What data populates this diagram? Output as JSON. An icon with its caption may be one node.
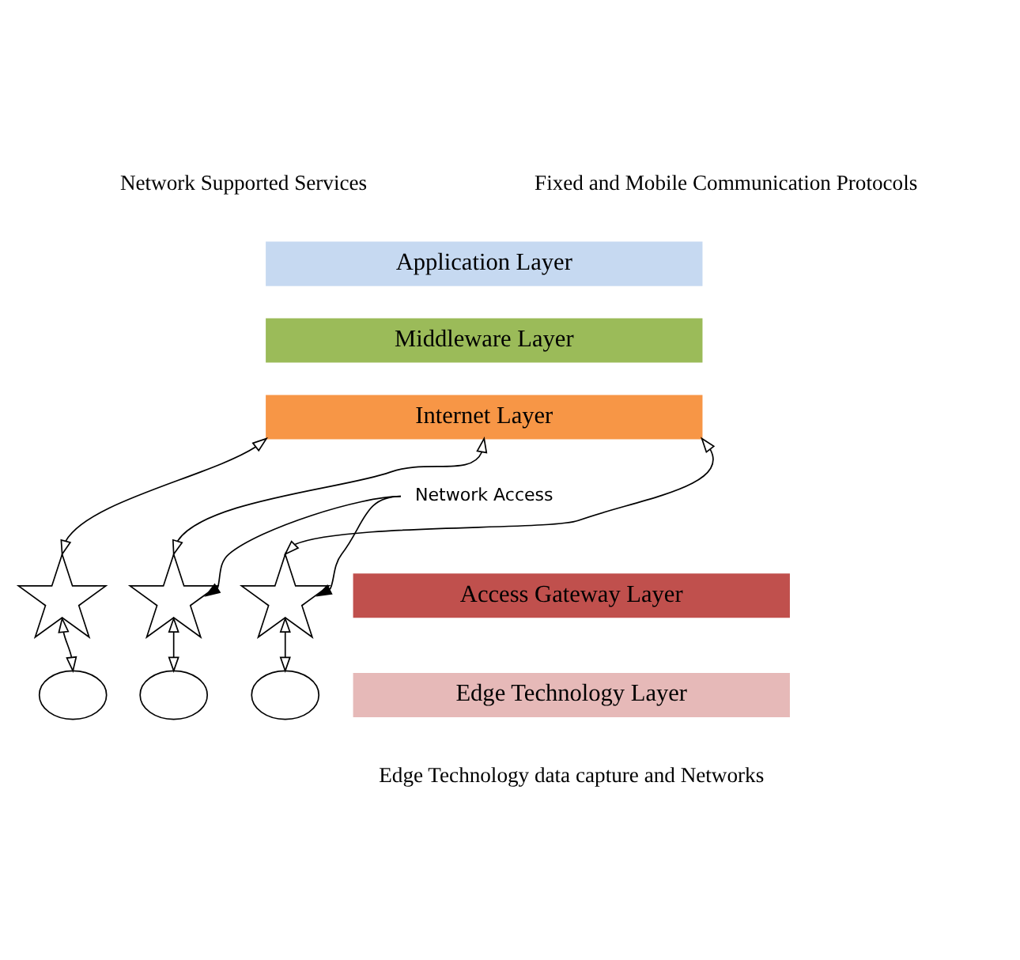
{
  "diagram": {
    "nodes": [
      {
        "text": [
          "Application Layer"
        ]
      },
      {
        "text": [
          "Middleware Layer"
        ]
      },
      {
        "text": [
          "Internet Layer"
        ]
      },
      {
        "text": [
          "Network Access"
        ]
      },
      {
        "text": [
          "Access Gateway Layer"
        ]
      },
      {
        "text": [],
        "shape": "star"
      },
      {
        "text": [],
        "shape": "star"
      },
      {
        "text": [],
        "shape": "star"
      },
      {
        "text": [
          "Edge Technology Layer"
        ]
      },
      {
        "text": [],
        "shape": "ellipse"
      },
      {
        "text": [],
        "shape": "ellipse"
      },
      {
        "text": [],
        "shape": "ellipse"
      }
    ],
    "edges": [
      {
        "from": 2,
        "to": 5,
        "arrow": "both"
      },
      {
        "from": 2,
        "to": 6,
        "arrow": "both"
      },
      {
        "from": 2,
        "to": 7,
        "arrow": "both"
      },
      {
        "from": 3,
        "to": 6,
        "arrow": "to"
      },
      {
        "from": 3,
        "to": 7,
        "arrow": "to"
      },
      {
        "from": 5,
        "to": 9,
        "arrow": "both"
      },
      {
        "from": 6,
        "to": 10,
        "arrow": "both"
      },
      {
        "from": 7,
        "to": 11,
        "arrow": "both"
      }
    ],
    "labels": [
      "Network Supported Services",
      "Fixed and Mobile Communication Protocols",
      "Edge Technology data capture and Networks"
    ]
  }
}
